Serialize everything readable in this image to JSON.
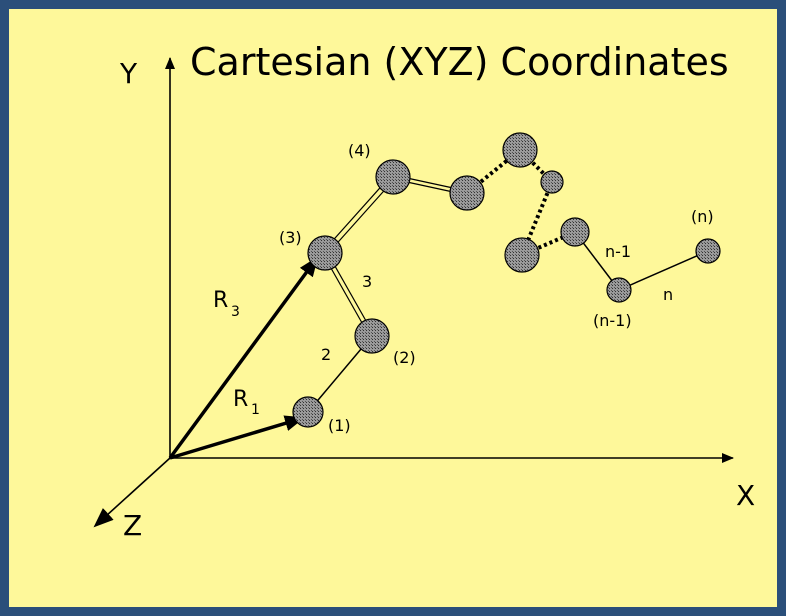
{
  "title": "Cartesian (XYZ) Coordinates",
  "axes": {
    "x": "X",
    "y": "Y",
    "z": "Z"
  },
  "vectors": [
    {
      "main": "R",
      "sub": "1"
    },
    {
      "main": "R",
      "sub": "3"
    }
  ],
  "atom_labels": [
    "(1)",
    "(2)",
    "(3)",
    "(4)",
    "(n-1)",
    "(n)"
  ],
  "bond_labels": [
    "2",
    "3",
    "n-1",
    "n"
  ],
  "colors": {
    "background": "#fef89a",
    "frame": "#2b4f7a"
  }
}
